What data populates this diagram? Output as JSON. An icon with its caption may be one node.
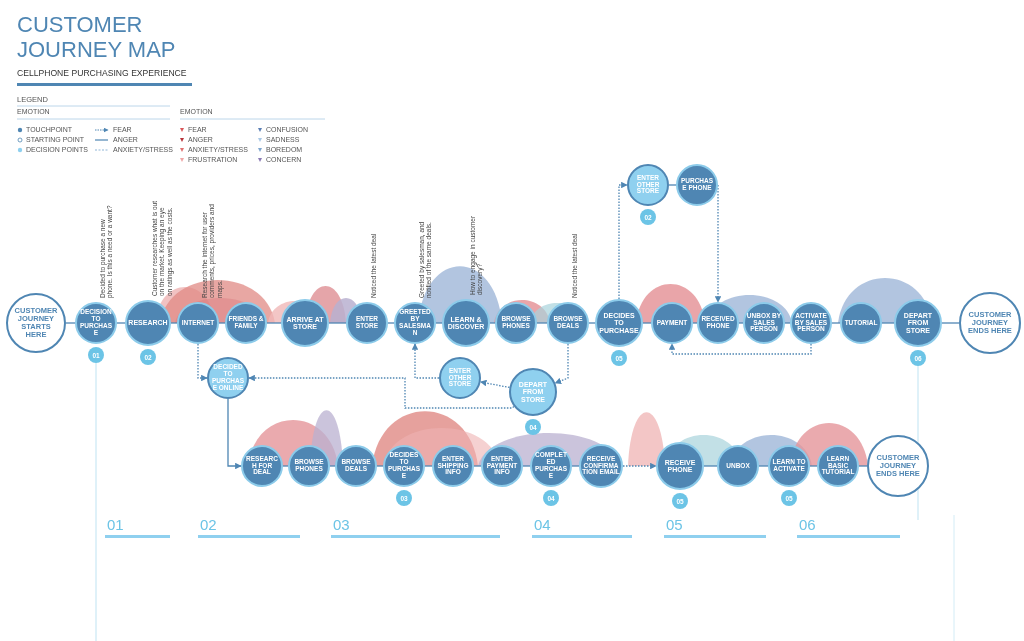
{
  "diagram": {
    "title": "CUSTOMER JOURNEY MAP",
    "nodes": [
      {
        "text": [
          "CUSTOMER JOURNEY STARTS HERE"
        ]
      },
      {
        "text": [
          "DECISION TO PURCHASE"
        ],
        "beside": [
          "01",
          "Decided to purchase a new phone. Is this a need or a want?"
        ]
      },
      {
        "text": [
          "RESEARCH"
        ],
        "beside": [
          "02",
          "Customer researches what is out on the market. Keeping an eye on ratings as well as the costs."
        ]
      },
      {
        "text": [
          "INTERNET"
        ],
        "beside": [
          "Research the internet for user comments, prices, providers and maps."
        ]
      },
      {
        "text": [
          "FRIENDS & FAMILY"
        ]
      },
      {
        "text": [
          "ARRIVE AT STORE"
        ]
      },
      {
        "text": [
          "ENTER STORE"
        ],
        "beside": [
          "Noticed the latest deal"
        ]
      },
      {
        "text": [
          "GREETED BY SALESMAN"
        ],
        "beside": [
          "Greeted by salesman, and notified of the same deals."
        ]
      },
      {
        "text": [
          "LEARN & DISCOVER"
        ],
        "beside": [
          "How to engage in customer discovery?"
        ]
      },
      {
        "text": [
          "BROWSE PHONES"
        ]
      },
      {
        "text": [
          "BROWSE DEALS"
        ],
        "beside": [
          "Noticed the latest deal"
        ]
      },
      {
        "text": [
          "DECIDES TO PURCHASE"
        ],
        "beside": [
          "05"
        ]
      },
      {
        "text": [
          "ENTER OTHER STORE"
        ],
        "beside": [
          "02"
        ]
      },
      {
        "text": [
          "PURCHASE PHONE"
        ]
      },
      {
        "text": [
          "PAYMENT"
        ]
      },
      {
        "text": [
          "RECEIVED PHONE"
        ]
      },
      {
        "text": [
          "UNBOX BY SALES PERSON"
        ]
      },
      {
        "text": [
          "ACTIVATE BY SALES PERSON"
        ]
      },
      {
        "text": [
          "TUTORIAL"
        ]
      },
      {
        "text": [
          "DEPART FROM STORE"
        ],
        "beside": [
          "06"
        ]
      },
      {
        "text": [
          "CUSTOMER JOURNEY ENDS HERE"
        ]
      },
      {
        "text": [
          "DECIDED TO PURCHASE ONLINE"
        ]
      },
      {
        "text": [
          "ENTER OTHER STORE"
        ]
      },
      {
        "text": [
          "DEPART FROM STORE"
        ],
        "beside": [
          "04"
        ]
      },
      {
        "text": [
          "RESEARCH FOR DEAL"
        ]
      },
      {
        "text": [
          "BROWSE PHONES"
        ]
      },
      {
        "text": [
          "BROWSE DEALS"
        ]
      },
      {
        "text": [
          "DECIDES TO PURCHASE"
        ],
        "beside": [
          "03"
        ]
      },
      {
        "text": [
          "ENTER SHIPPING INFO"
        ]
      },
      {
        "text": [
          "ENTER PAYMENT INFO"
        ]
      },
      {
        "text": [
          "COMPLETED PURCHASE"
        ],
        "beside": [
          "04"
        ]
      },
      {
        "text": [
          "RECEIVE CONFIRMATION EMAIL"
        ]
      },
      {
        "text": [
          "RECEIVE PHONE"
        ],
        "beside": [
          "05"
        ]
      },
      {
        "text": [
          "UNBOX"
        ]
      },
      {
        "text": [
          "LEARN TO ACTIVATE"
        ],
        "beside": [
          "05"
        ]
      },
      {
        "text": [
          "LEARN BASIC TUTORIAL"
        ]
      },
      {
        "text": [
          "CUSTOMER JOURNEY ENDS HERE"
        ]
      }
    ],
    "edges": [
      {
        "from": 0,
        "to": 1,
        "arrow": "none"
      },
      {
        "from": 1,
        "to": 2,
        "arrow": "none"
      },
      {
        "from": 2,
        "to": 3,
        "arrow": "none"
      },
      {
        "from": 3,
        "to": 4,
        "arrow": "none"
      },
      {
        "from": 4,
        "to": 5,
        "arrow": "none"
      },
      {
        "from": 5,
        "to": 6,
        "arrow": "none"
      },
      {
        "from": 6,
        "to": 7,
        "arrow": "none"
      },
      {
        "from": 7,
        "to": 8,
        "arrow": "none"
      },
      {
        "from": 8,
        "to": 9,
        "arrow": "none"
      },
      {
        "from": 9,
        "to": 10,
        "arrow": "none"
      },
      {
        "from": 10,
        "to": 11,
        "arrow": "none"
      },
      {
        "from": 11,
        "to": 14,
        "arrow": "none"
      },
      {
        "from": 14,
        "to": 15,
        "arrow": "none"
      },
      {
        "from": 15,
        "to": 16,
        "arrow": "none"
      },
      {
        "from": 16,
        "to": 17,
        "arrow": "none"
      },
      {
        "from": 17,
        "to": 18,
        "arrow": "none"
      },
      {
        "from": 18,
        "to": 19,
        "arrow": "none"
      },
      {
        "from": 19,
        "to": 20,
        "arrow": "none"
      },
      {
        "from": 11,
        "to": 12,
        "arrow": "to",
        "style": "dashed"
      },
      {
        "from": 12,
        "to": 13,
        "arrow": "none"
      },
      {
        "from": 13,
        "to": 15,
        "arrow": "to",
        "style": "dashed"
      },
      {
        "from": 17,
        "to": 14,
        "arrow": "to",
        "style": "dashed"
      },
      {
        "from": 3,
        "to": 21,
        "arrow": "to",
        "style": "dashed"
      },
      {
        "from": 22,
        "to": 7,
        "arrow": "to",
        "style": "dashed"
      },
      {
        "from": 10,
        "to": 23,
        "arrow": "to",
        "style": "dashed"
      },
      {
        "from": 23,
        "to": 22,
        "arrow": "to",
        "style": "dashed"
      },
      {
        "from": 23,
        "to": 21,
        "arrow": "to",
        "style": "dashed"
      },
      {
        "from": 21,
        "to": 24,
        "arrow": "to"
      },
      {
        "from": 24,
        "to": 25,
        "arrow": "none"
      },
      {
        "from": 25,
        "to": 26,
        "arrow": "none"
      },
      {
        "from": 26,
        "to": 27,
        "arrow": "none"
      },
      {
        "from": 27,
        "to": 28,
        "arrow": "none"
      },
      {
        "from": 28,
        "to": 29,
        "arrow": "none"
      },
      {
        "from": 29,
        "to": 30,
        "arrow": "none"
      },
      {
        "from": 30,
        "to": 31,
        "arrow": "none"
      },
      {
        "from": 31,
        "to": 32,
        "arrow": "to",
        "style": "dashed"
      },
      {
        "from": 32,
        "to": 33,
        "arrow": "none"
      },
      {
        "from": 33,
        "to": 34,
        "arrow": "none"
      },
      {
        "from": 34,
        "to": 35,
        "arrow": "none"
      },
      {
        "from": 35,
        "to": 36,
        "arrow": "none"
      }
    ],
    "labels": [
      "CELLPHONE PURCHASING EXPERIENCE",
      "LEGEND",
      "EMOTION",
      "EMOTION",
      "01",
      "02",
      "03",
      "04",
      "05",
      "06"
    ],
    "legend": [
      {
        "text": "TOUCHPOINT"
      },
      {
        "text": "STARTING POINT"
      },
      {
        "text": "DECISION POINTS"
      },
      {
        "text": "FEAR"
      },
      {
        "text": "ANGER"
      },
      {
        "text": "ANXIETY/STRESS"
      },
      {
        "text": "FEAR",
        "color": "#d9575a"
      },
      {
        "text": "ANGER",
        "color": "#b8333a"
      },
      {
        "text": "ANXIETY/STRESS",
        "color": "#e07070"
      },
      {
        "text": "FRUSTRATION",
        "color": "#f0a5a5"
      },
      {
        "text": "CONFUSION",
        "color": "#5b7fb5"
      },
      {
        "text": "SADNESS",
        "color": "#a9c8e6"
      },
      {
        "text": "BOREDOM",
        "color": "#7fa6cf"
      },
      {
        "text": "CONCERN",
        "color": "#8b7bb5"
      }
    ]
  }
}
